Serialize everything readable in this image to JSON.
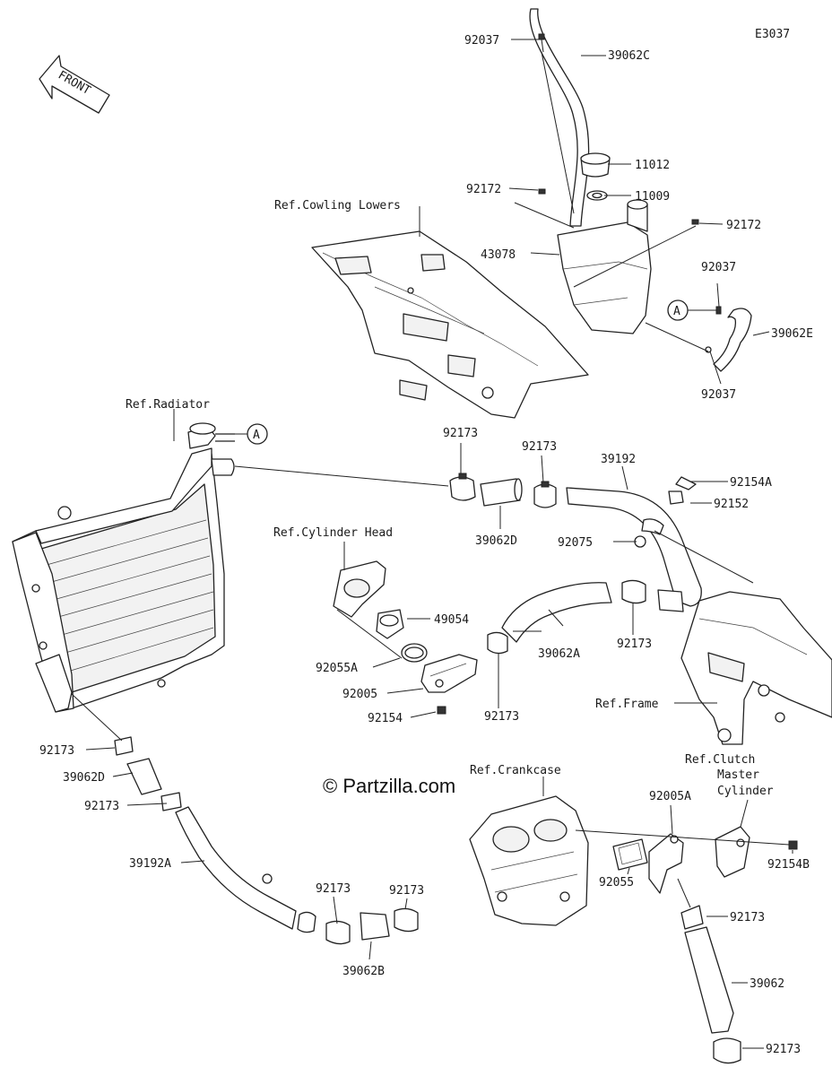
{
  "diagram": {
    "code": "E3037",
    "front_label": "FRONT",
    "watermark": "© Partzilla.com",
    "callout": "A",
    "refs": {
      "cowling": "Ref.Cowling Lowers",
      "radiator": "Ref.Radiator",
      "cylinder_head": "Ref.Cylinder Head",
      "frame": "Ref.Frame",
      "crankcase": "Ref.Crankcase",
      "clutch_1": "Ref.Clutch",
      "clutch_2": "Master",
      "clutch_3": "Cylinder"
    },
    "parts": {
      "p92037_top": "92037",
      "p39062C": "39062C",
      "p11012": "11012",
      "p11009": "11009",
      "p92172_left": "92172",
      "p92172_right": "92172",
      "p43078": "43078",
      "p92037_mid": "92037",
      "p39062E": "39062E",
      "p92037_low": "92037",
      "p92173_a": "92173",
      "p92173_b": "92173",
      "p39192": "39192",
      "p92154A": "92154A",
      "p92152": "92152",
      "p92075": "92075",
      "p39062D_top": "39062D",
      "p49054": "49054",
      "p92055A": "92055A",
      "p92005": "92005",
      "p92154": "92154",
      "p39062A": "39062A",
      "p92173_c": "92173",
      "p92173_d": "92173",
      "p92173_e": "92173",
      "p39062D_left": "39062D",
      "p92173_f": "92173",
      "p39192A": "39192A",
      "p92173_g": "92173",
      "p92173_h": "92173",
      "p39062B": "39062B",
      "p92005A": "92005A",
      "p92055": "92055",
      "p92154B": "92154B",
      "p92173_i": "92173",
      "p39062": "39062",
      "p92173_j": "92173"
    }
  }
}
